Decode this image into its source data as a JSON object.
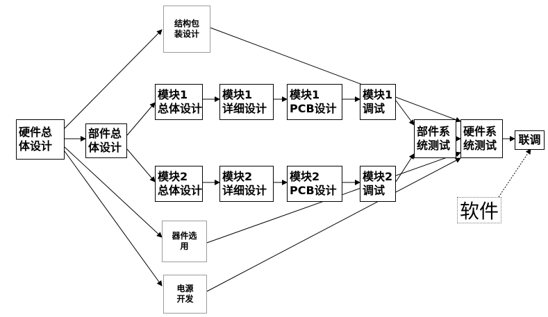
{
  "nodes": {
    "hw_overall": [
      "硬件总",
      "体设计"
    ],
    "part_overall": [
      "部件总",
      "体设计"
    ],
    "struct_pack": [
      "结构包",
      "装设计"
    ],
    "m1_overall": [
      "模块1",
      "总体设计"
    ],
    "m1_detail": [
      "模块1",
      "详细设计"
    ],
    "m1_pcb": [
      "模块1",
      "PCB设计"
    ],
    "m1_debug": [
      "模块1",
      "调试"
    ],
    "m2_overall": [
      "模块2",
      "总体设计"
    ],
    "m2_detail": [
      "模块2",
      "详细设计"
    ],
    "m2_pcb": [
      "模块2",
      "PCB设计"
    ],
    "m2_debug": [
      "模块2",
      "调试"
    ],
    "part_test": [
      "部件系",
      "统测试"
    ],
    "hw_test": [
      "硬件系",
      "统测试"
    ],
    "integration": [
      "联调"
    ],
    "device_select": [
      "器件选",
      "用"
    ],
    "power_dev": [
      "电源",
      "开发"
    ]
  },
  "software_label": "软件"
}
